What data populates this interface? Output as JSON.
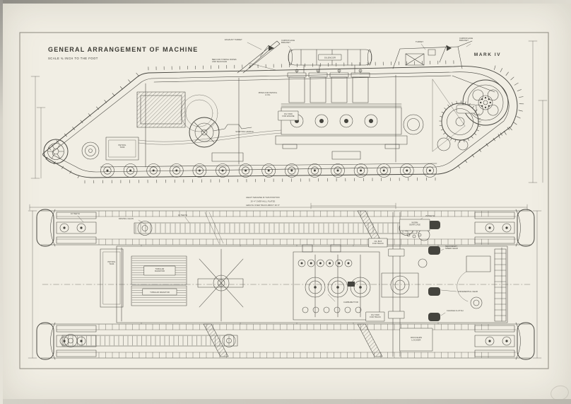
{
  "page": {
    "title": "GENERAL ARRANGEMENT OF MACHINE",
    "scale_note": "SCALE ¾ INCH TO THE FOOT",
    "mark": "MARK IV",
    "paper_color": "#f1eee4",
    "ink_color": "#45443e"
  },
  "side_view": {
    "labels": {
      "exhaust_turret": "EXHAUST TURRET",
      "camouflage_bracket_front": "CAMOUFLAGE|BRACKET",
      "towing_note": "BED FOR TOWING ROPES|AND SHACKLES",
      "silencer": "SILENCER",
      "turret": "TURRET",
      "camouflage_bracket_rear": "CAMOUFLAGE|BRACKET",
      "pipes_note": "PIPES FOR PETROL|& OIL",
      "oil_tank": "OIL TANK|FOR ENGINE",
      "starting_handle": "STARTING HANDLE",
      "petrol_tank": "PETROL|TANK"
    },
    "dimension_note": {
      "line1": "HEAVY MACHINE IN THIS POSITION",
      "line2": "26'-4\" OVER HULL PLATES",
      "line3": "LENGTH OVER TRACK ABOUT 26'-5\""
    }
  },
  "plan_view": {
    "labels": {
      "teeth_16_a": "16 TEETH",
      "driving_chain": "DRIVING CHAIN",
      "teeth_16_b": "16 TEETH",
      "teeth_25": "25 TEETH",
      "petrol_tank": "PETROL|TANK",
      "radiator_upper": "TUBULAR|RADIATOR",
      "radiator_lower": "TUBULAR RADIATOR",
      "worm_case": "WORM|GEAR CASE",
      "oil_box": "OIL BOX|FOR TRACK",
      "oil_tank_track": "OIL TANK|FOR TRACK",
      "carburettor": "CARBURETTOR",
      "secondary_gear": "SECONDARY|SPEED GEAR",
      "differential": "DIFFERENTIAL GEAR",
      "change_clutch": "CHANGE CLUTCH",
      "officers_locker": "OFFICERS|LOCKER"
    }
  }
}
